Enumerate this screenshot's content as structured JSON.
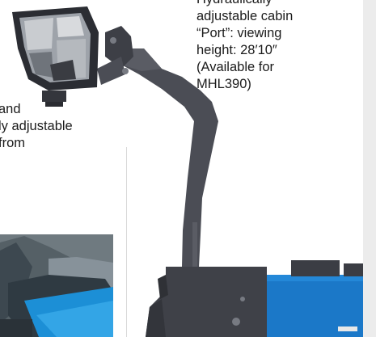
{
  "captions": {
    "left_lines": [
      "and",
      "ly adjustable",
      "from"
    ],
    "right_lines": [
      "Hydraulically",
      "adjustable cabin",
      "“Port”: viewing",
      "height: 28′10″",
      "(Available for",
      "MHL390)"
    ]
  },
  "colors": {
    "boom": "#4b4d55",
    "boom_shadow": "#33353b",
    "machine_blue": "#1b78c8",
    "text": "#1b1b1b",
    "panel": "#ececec"
  }
}
